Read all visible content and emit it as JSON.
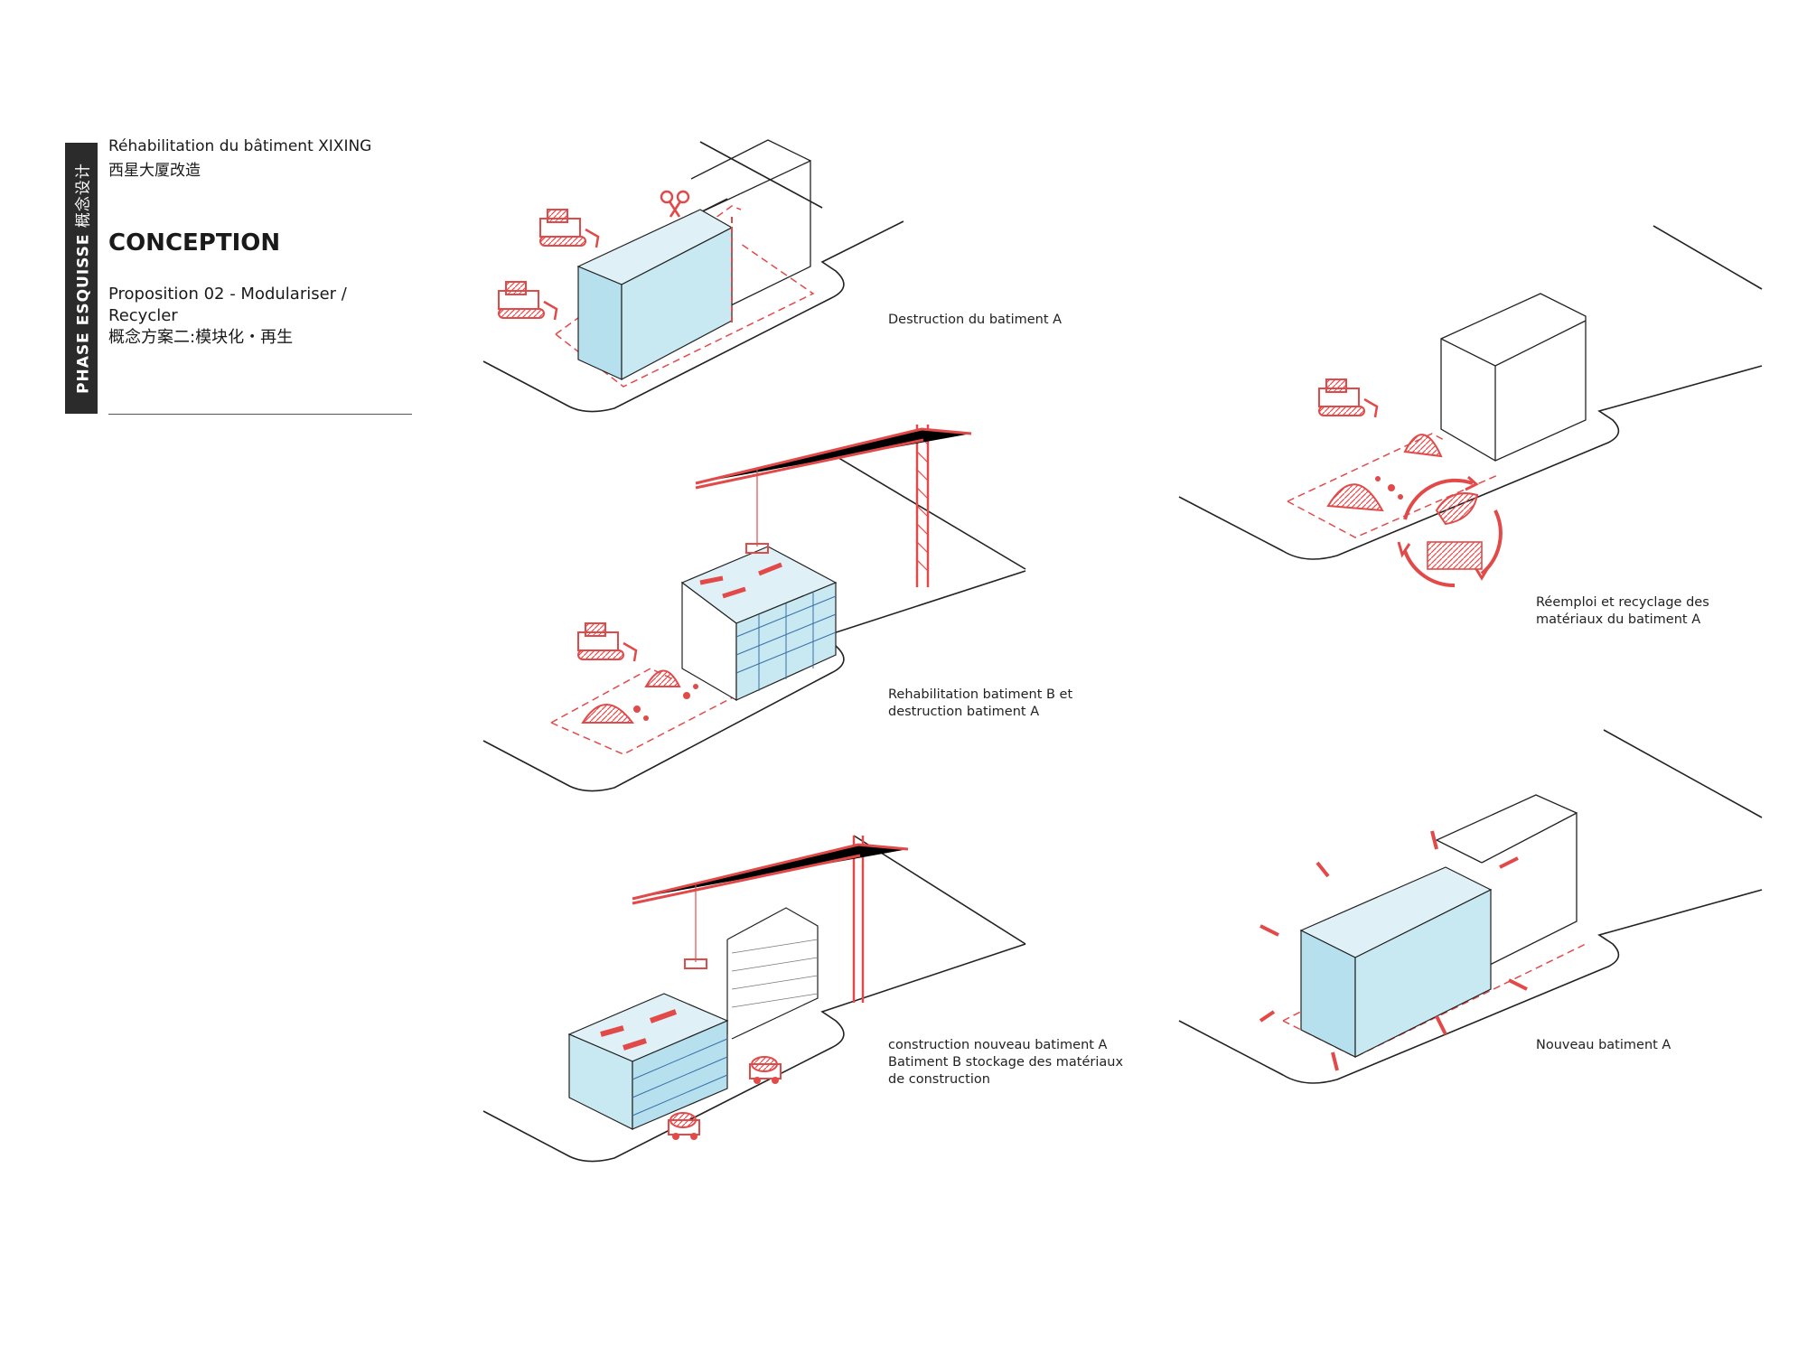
{
  "header": {
    "side_label_bold": "PHASE  ESQUISSE",
    "side_label_cn": "概念设计",
    "title_fr": "Réhabilitation du bâtiment XIXING",
    "title_cn": "西星大厦改造",
    "section": "CONCEPTION",
    "proposition_line1": "Proposition 02 - Modulariser /",
    "proposition_line2": "Recycler",
    "proposition_cn": "概念方案二:模块化・再生"
  },
  "captions": {
    "step1": "Destruction du batiment A",
    "step2_line1": "Rehabilitation batiment B et",
    "step2_line2": "destruction batiment A",
    "step3_line1": "construction nouveau batiment A",
    "step3_line2": "Batiment B stockage des matériaux",
    "step3_line3": "de construction",
    "step4_line1": "Réemploi et recyclage des",
    "step4_line2": "matériaux du batiment A",
    "step5": "Nouveau batiment A"
  },
  "colors": {
    "accent_red": "#e24a4a",
    "glass_blue": "#c8e8f2",
    "line": "#222222",
    "sidebar": "#2b2b2b"
  }
}
